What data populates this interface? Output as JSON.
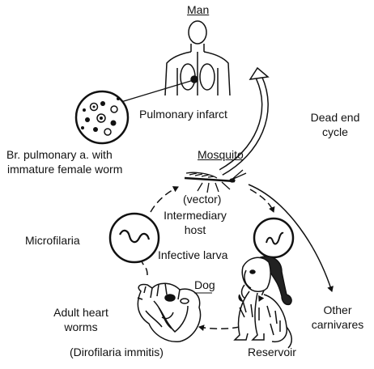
{
  "labels": {
    "man": "Man",
    "pulmonary_infarct": "Pulmonary infarct",
    "dead_end_line1": "Dead end",
    "dead_end_line2": "cycle",
    "br_pulmonary_line1": "Br. pulmonary a. with",
    "br_pulmonary_line2": "immature female worm",
    "mosquito": "Mosquito",
    "vector": "(vector)",
    "intermediary_line1": "Intermediary",
    "intermediary_line2": "host",
    "microfilaria": "Microfilaria",
    "infective_larva": "Infective larva",
    "dog": "Dog",
    "adult_line1": "Adult heart",
    "adult_line2": "worms",
    "dirofilaria": "(Dirofilaria immitis)",
    "reservoir": "Reservoir",
    "other_line1": "Other",
    "other_line2": "carnivares"
  },
  "colors": {
    "ink": "#111111",
    "paper": "#ffffff"
  }
}
